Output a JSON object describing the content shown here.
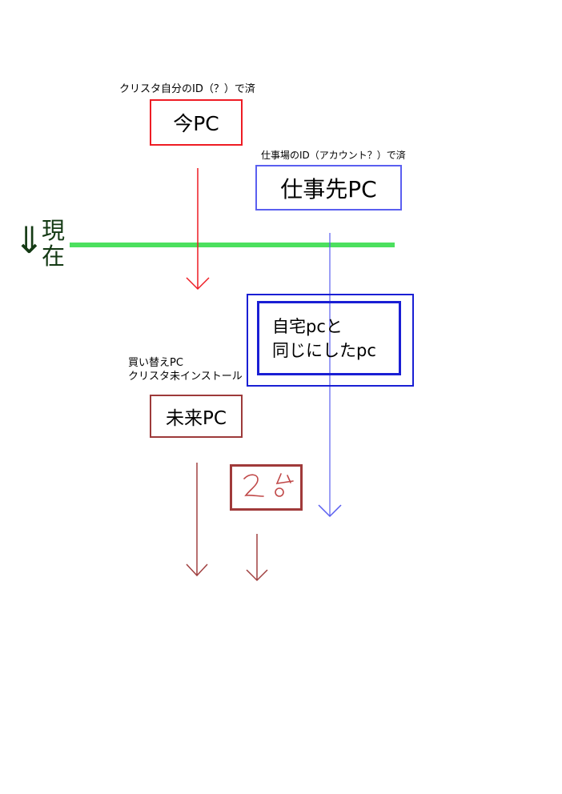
{
  "colors": {
    "current_pc": "#ee1c24",
    "work_pc": "#5a5ff0",
    "home_box": "#1a1fd4",
    "future_pc": "#9d3a3a",
    "now_line": "#4ce05e",
    "now_label": "#143a14"
  },
  "nodes": {
    "current_pc": {
      "note": "クリスタ自分のID（？）で済",
      "label": "今PC"
    },
    "work_pc": {
      "note": "仕事場のID（アカウント？）で済",
      "label": "仕事先PC"
    },
    "home_same_pc": {
      "label_line1": "自宅pcと",
      "label_line2": "同じにしたpc"
    },
    "future_pc": {
      "note_line1": "買い替えPC",
      "note_line2": "クリスタ未インストール",
      "label": "未来PC"
    },
    "two_units": {
      "label": "2台"
    }
  },
  "timeline": {
    "now_label": "現在",
    "arrow_glyph": "⇓"
  }
}
